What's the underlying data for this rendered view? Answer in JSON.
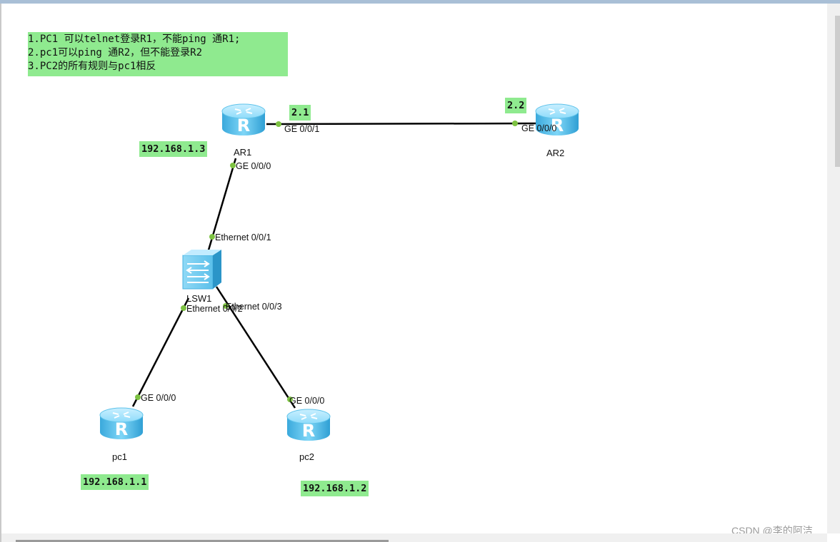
{
  "notes": {
    "line1": "1.PC1 可以telnet登录R1，不能ping 通R1;",
    "line2": "2.pc1可以ping 通R2，但不能登录R2",
    "line3": "3.PC2的所有规则与pc1相反"
  },
  "ip_tags": {
    "ar1_ip": "192.168.1.3",
    "ar1_link": "2.1",
    "ar2_link": "2.2",
    "pc1_ip": "192.168.1.1",
    "pc2_ip": "192.168.1.2"
  },
  "devices": {
    "ar1": "AR1",
    "ar2": "AR2",
    "lsw1": "LSW1",
    "pc1": "pc1",
    "pc2": "pc2"
  },
  "ports": {
    "ar1_ge001": "GE 0/0/1",
    "ar2_ge000": "GE 0/0/0",
    "ar1_ge000": "GE 0/0/0",
    "lsw_eth001": "Ethernet 0/0/1",
    "lsw_eth002": "Ethernet 0/0/2",
    "lsw_eth003": "Ethernet 0/0/3",
    "pc1_ge000": "GE 0/0/0",
    "pc2_ge000": "GE 0/0/0"
  },
  "watermark": "CSDN @李的阿洁",
  "colors": {
    "tag_bg": "#8fea8f",
    "router_body": "#5cc4ef",
    "port_dot": "#7dc242",
    "link": "#000000"
  }
}
